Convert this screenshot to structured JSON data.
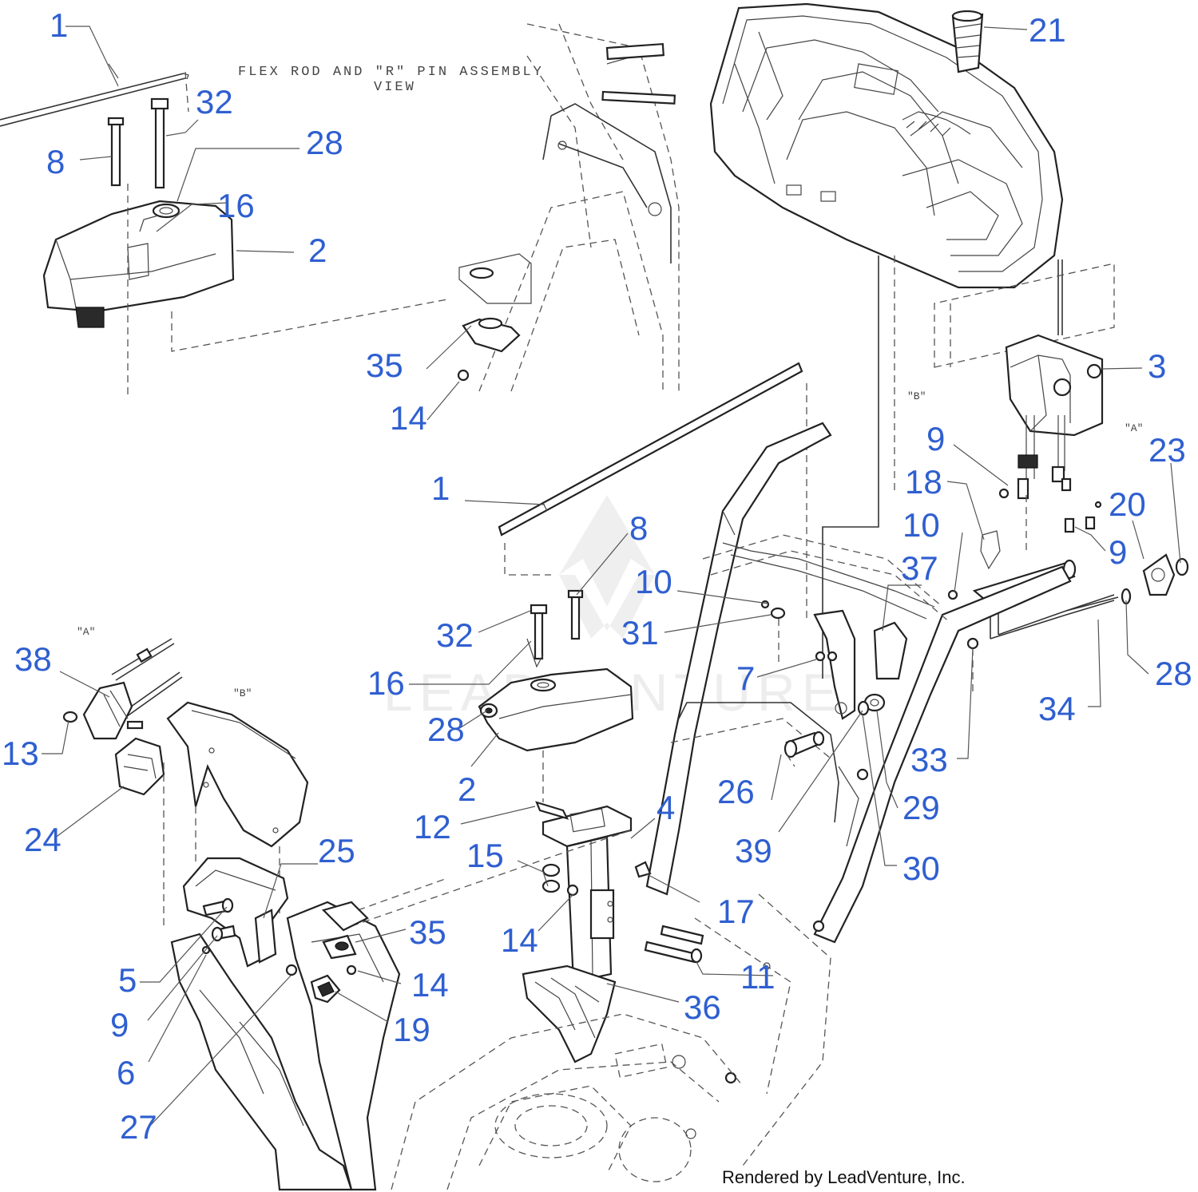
{
  "diagram": {
    "view_title_line1": "FLEX ROD AND \"R\" PIN ASSEMBLY",
    "view_title_line2": "VIEW",
    "ref_a": "\"A\"",
    "ref_b": "\"B\"",
    "credit": "Rendered by LeadVenture, Inc.",
    "watermark": "LEADVENTURE",
    "callout_color": "#2f5fd0",
    "callouts": {
      "c1_inset": "1",
      "c32_inset": "32",
      "c8_inset": "8",
      "c28_inset": "28",
      "c16_inset": "16",
      "c2_inset": "2",
      "c35_upper": "35",
      "c14_upper": "14",
      "c21": "21",
      "c3": "3",
      "c9_b": "9",
      "c23": "23",
      "c18": "18",
      "c20": "20",
      "c10_right": "10",
      "c9_right": "9",
      "c37": "37",
      "c1_main": "1",
      "c8_main": "8",
      "c10_main": "10",
      "c31": "31",
      "c32_main": "32",
      "c16_main": "16",
      "c28_main": "28",
      "c2_main": "2",
      "c7": "7",
      "c28_right": "28",
      "c34": "34",
      "c33": "33",
      "c26": "26",
      "c29": "29",
      "c39": "39",
      "c30": "30",
      "c38": "38",
      "c13": "13",
      "c24": "24",
      "c12": "12",
      "c4": "4",
      "c15": "15",
      "c25": "25",
      "c35_lower": "35",
      "c14_mid": "14",
      "c17": "17",
      "c14_lower": "14",
      "c11": "11",
      "c5": "5",
      "c9_lower": "9",
      "c6": "6",
      "c19": "19",
      "c36": "36",
      "c27": "27"
    }
  }
}
